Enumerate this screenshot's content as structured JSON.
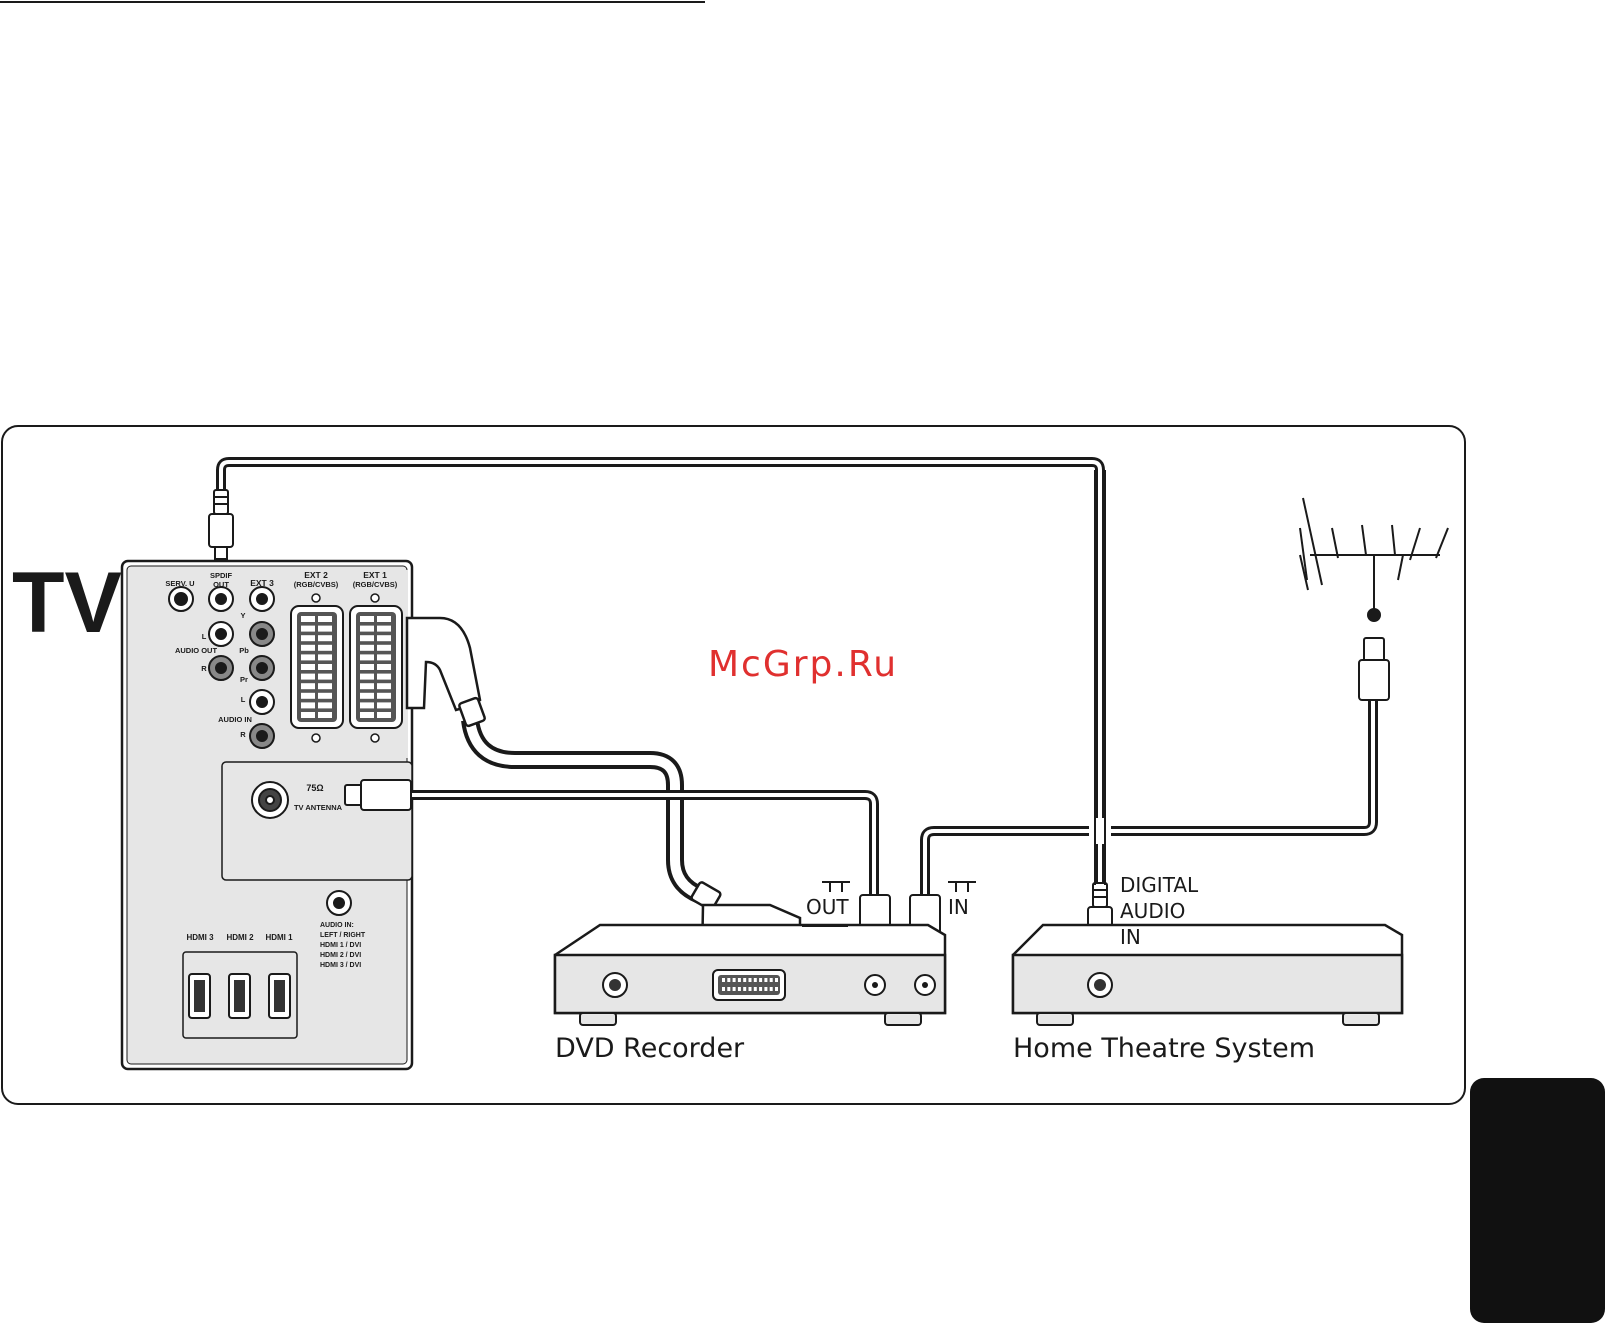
{
  "tv": {
    "title": "TV",
    "ports": {
      "serv_u": "SERV. U",
      "spdif_out_1": "SPDIF",
      "spdif_out_2": "OUT",
      "ext3": "EXT 3",
      "ext2_1": "EXT 2",
      "ext2_2": "(RGB/CVBS)",
      "ext1_1": "EXT 1",
      "ext1_2": "(RGB/CVBS)",
      "y": "Y",
      "pb": "Pb",
      "pr": "Pr",
      "l_out": "L",
      "r_out": "R",
      "audio_out": "AUDIO OUT",
      "l_in": "L",
      "r_in": "R",
      "audio_in": "AUDIO IN",
      "ohm": "75Ω",
      "tv_antenna": "TV ANTENNA",
      "audio_in_hdmi_1": "AUDIO IN:",
      "audio_in_hdmi_2": "LEFT / RIGHT",
      "audio_in_hdmi_3": "HDMI 1 / DVI",
      "audio_in_hdmi_4": "HDMI 2 / DVI",
      "audio_in_hdmi_5": "HDMI 3 / DVI",
      "hdmi3": "HDMI 3",
      "hdmi2": "HDMI 2",
      "hdmi1": "HDMI 1"
    }
  },
  "dvd": {
    "name": "DVD Recorder",
    "out_label": "OUT",
    "in_label": "IN"
  },
  "hts": {
    "name": "Home Theatre System",
    "digital_1": "DIGITAL",
    "digital_2": "AUDIO",
    "digital_3": "IN"
  },
  "watermark": "McGrp.Ru",
  "colors": {
    "ink": "#1a1a1a",
    "panel": "#e6e6e6",
    "watermark": "#e0302f",
    "tab": "#111111"
  }
}
